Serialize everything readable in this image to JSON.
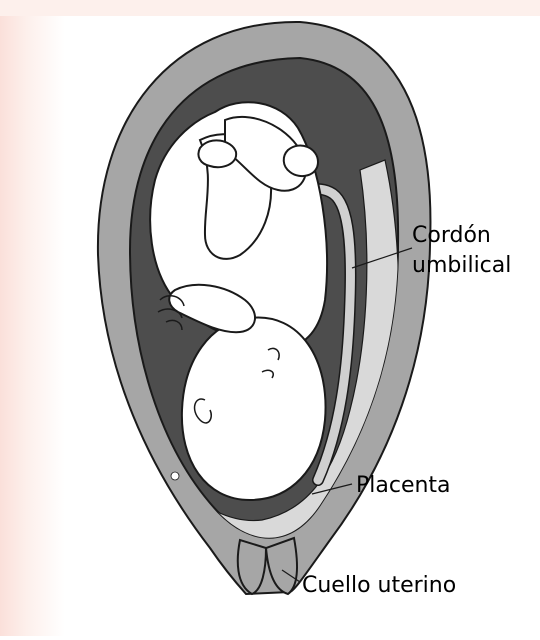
{
  "labels": {
    "cord": [
      "Cordón",
      "umbilical"
    ],
    "placenta": "Placenta",
    "cervix": "Cuello uterino"
  },
  "colors": {
    "background_tint": "#fbe4dd",
    "uterus_wall": "#a6a6a6",
    "amniotic_cavity": "#4d4d4d",
    "placenta": "#d9d9d9",
    "umbilical_cord": "#d0d0d0",
    "fetus": "#ffffff",
    "outline": "#1a1a1a"
  }
}
